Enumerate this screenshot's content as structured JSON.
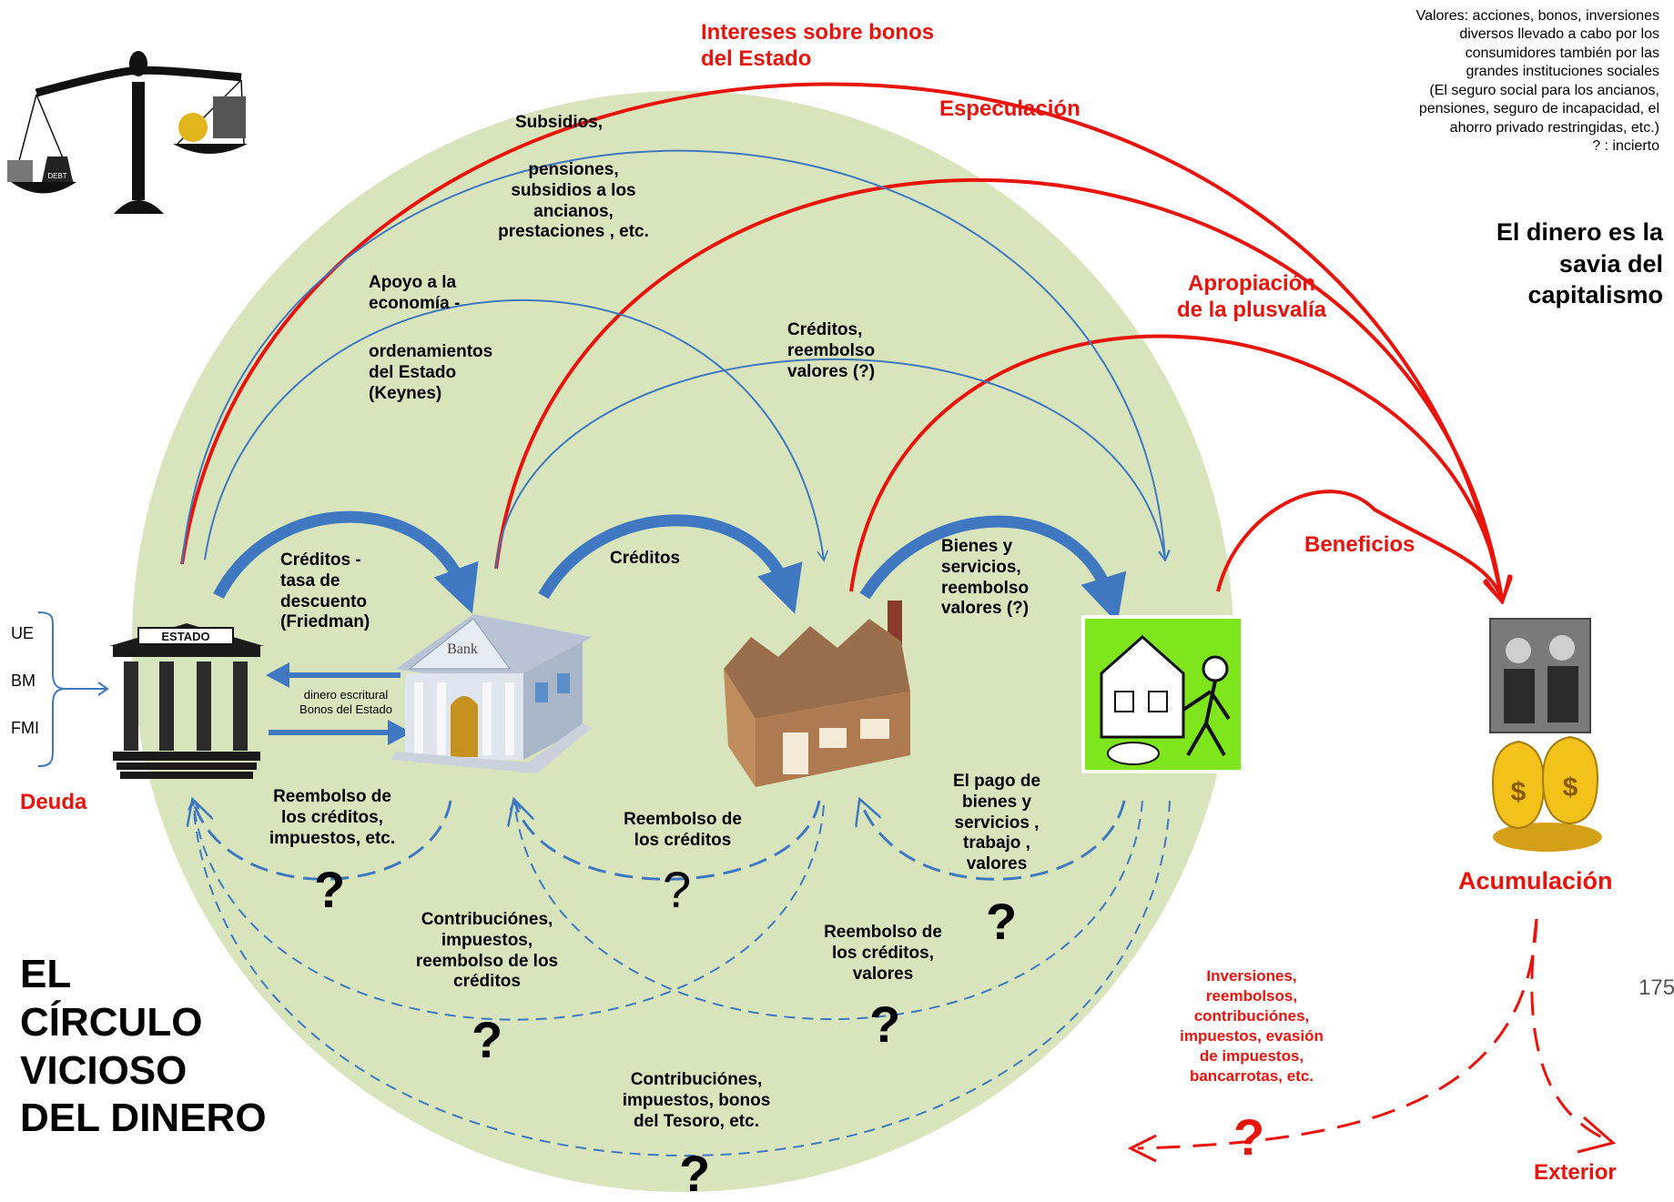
{
  "title": "EL\nCÍRCULO\nVICIOSO\nDEL DINERO",
  "slogan": "El dinero es la\nsavia del\ncapitalismo",
  "legend": "Valores: acciones, bonos, inversiones\ndiversos llevado a cabo por los\nconsumidores  también por las\ngrandes instituciones sociales\n(El seguro social para los ancianos,\npensiones, seguro de incapacidad, el\nahorro privado restringidas, etc.)\n? : incierto",
  "page_number": "175",
  "red_labels": {
    "intereses": "Intereses sobre bonos\ndel Estado",
    "especulacion": "Especulación",
    "apropiacion": "Apropiación\nde la plusvalía",
    "beneficios": "Beneficios",
    "deuda": "Deuda",
    "acumulacion": "Acumulación",
    "exterior": "Exterior",
    "inversiones": "Inversiones,\nreembolsos,\ncontribuciónes,\nimpuestos, evasión\nde impuestos,\nbancarrotas, etc."
  },
  "labels": {
    "subsidios": "Subsidios,",
    "pensiones": "pensiones,\nsubsidios a los\nancianos,\nprestaciones , etc.",
    "apoyo": "Apoyo a la\neconomía -",
    "ordenamientos": "ordenamientos\ndel Estado\n(Keynes)",
    "creditos_reembolso": "Créditos,\nreembolso\nvalores (?)",
    "creditos_tasa": "Créditos -\ntasa de\ndescuento\n(Friedman)",
    "creditos": "Créditos",
    "bienes": "Bienes  y\nservicios,\nreembolso\nvalores (?)",
    "dinero_escritural": "dinero escritural\nBonos del Estado",
    "reembolso_impuestos": "Reembolso de\nlos créditos,\nimpuestos, etc.",
    "reembolso_creditos": "Reembolso de\nlos créditos",
    "pago": "El pago de\nbienes  y\nservicios ,\ntrabajo ,\nvalores",
    "contribuciones": "Contribuciónes,\nimpuestos,\nreembolso de los\ncréditos",
    "reembolso_valores": "Reembolso de\nlos créditos,\nvalores",
    "contribuciones_tesoro": "Contribuciónes,\nimpuestos, bonos\ndel Tesoro, etc."
  },
  "brace_items": [
    "UE",
    "BM",
    "FMI"
  ],
  "icons": {
    "estado": "ESTADO",
    "bank": "Bank",
    "debt": "DEBT"
  },
  "question_mark": "?",
  "colors": {
    "circle": "#d8e4bc",
    "blue_arrow": "#3f78c0",
    "red": "#e8140c",
    "dashed_blue": "#3f78c0"
  }
}
